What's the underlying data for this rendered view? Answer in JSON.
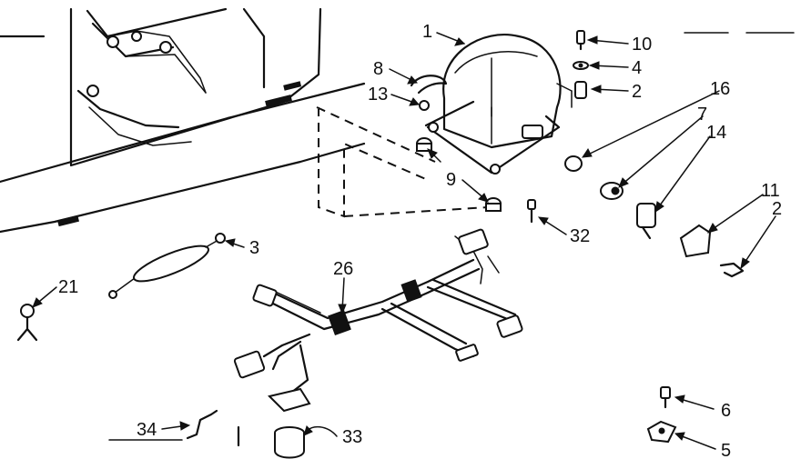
{
  "callouts": [
    {
      "id": "c1",
      "text": "1"
    },
    {
      "id": "c10",
      "text": "10"
    },
    {
      "id": "c8",
      "text": "8"
    },
    {
      "id": "c4",
      "text": "4"
    },
    {
      "id": "c13",
      "text": "13"
    },
    {
      "id": "c2a",
      "text": "2"
    },
    {
      "id": "c16",
      "text": "16"
    },
    {
      "id": "c7",
      "text": "7"
    },
    {
      "id": "c14",
      "text": "14"
    },
    {
      "id": "c9",
      "text": "9"
    },
    {
      "id": "c11",
      "text": "11"
    },
    {
      "id": "c2b",
      "text": "2"
    },
    {
      "id": "c32",
      "text": "32"
    },
    {
      "id": "c3",
      "text": "3"
    },
    {
      "id": "c26",
      "text": "26"
    },
    {
      "id": "c21",
      "text": "21"
    },
    {
      "id": "c6",
      "text": "6"
    },
    {
      "id": "c5",
      "text": "5"
    },
    {
      "id": "c34",
      "text": "34"
    },
    {
      "id": "c33",
      "text": "33"
    }
  ]
}
